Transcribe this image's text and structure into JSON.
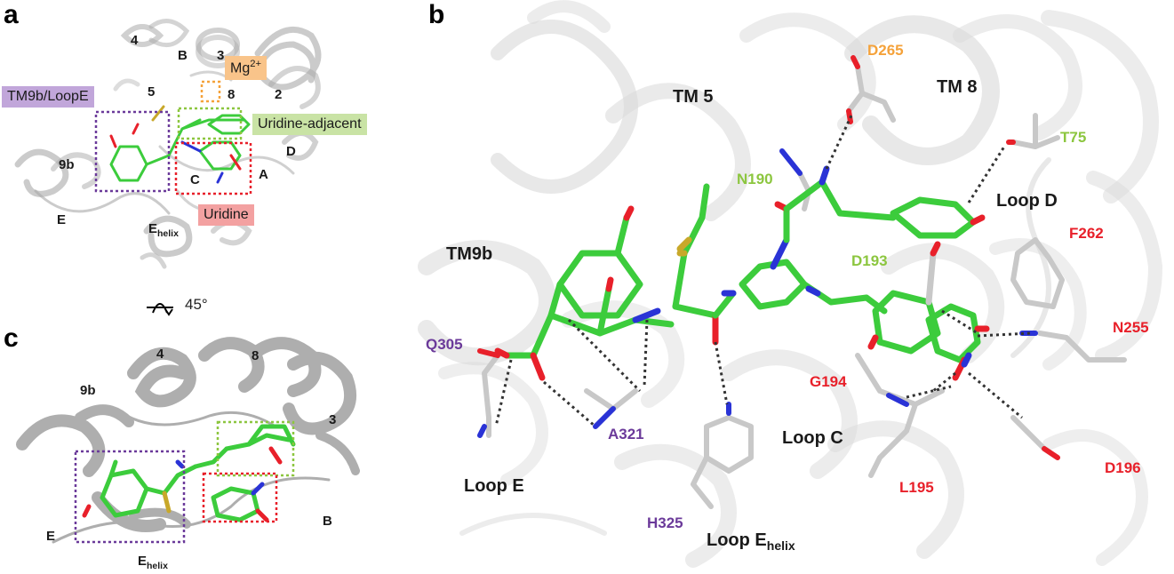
{
  "panels": {
    "a": {
      "letter": "a",
      "labels": {
        "h4": "4",
        "hB": "B",
        "h3": "3",
        "h5": "5",
        "h8": "8",
        "h2": "2",
        "h9b": "9b",
        "hD": "D",
        "hA": "A",
        "hC": "C",
        "hE": "E",
        "ehelix_main": "E",
        "ehelix_sub": "helix"
      },
      "chips": {
        "tm9b_loope": "TM9b/LoopE",
        "mg_main": "Mg",
        "mg_sup": "2+",
        "uridine_adjacent": "Uridine-adjacent",
        "uridine": "Uridine"
      },
      "rotation": "45°"
    },
    "b": {
      "letter": "b",
      "regions": {
        "tm5": "TM 5",
        "tm8": "TM 8",
        "tm9b": "TM9b",
        "loop_d": "Loop D",
        "loop_c": "Loop C",
        "loop_e": "Loop E",
        "loop_ehelix_main": "Loop E",
        "loop_ehelix_sub": "helix"
      },
      "residues": {
        "d265": "D265",
        "t75": "T75",
        "n190": "N190",
        "d193": "D193",
        "f262": "F262",
        "n255": "N255",
        "g194": "G194",
        "l195": "L195",
        "d196": "D196",
        "q305": "Q305",
        "a321": "A321",
        "h325": "H325"
      }
    },
    "c": {
      "letter": "c",
      "labels": {
        "h4": "4",
        "h8": "8",
        "h9b": "9b",
        "h3": "3",
        "hE": "E",
        "hB": "B",
        "ehelix_main": "E",
        "ehelix_sub": "helix"
      }
    }
  },
  "colors": {
    "ligand_carbon": "#3ccc3c",
    "oxygen": "#e8202a",
    "nitrogen": "#2a33d6",
    "sulfur": "#c8a82a",
    "protein_carbon": "#c8c8c8",
    "ribbon": "#b4b4b4",
    "box_purple": "#6b3a9a",
    "box_orange": "#f5a23a",
    "box_green": "#8cc63f",
    "box_red": "#e8202a"
  }
}
